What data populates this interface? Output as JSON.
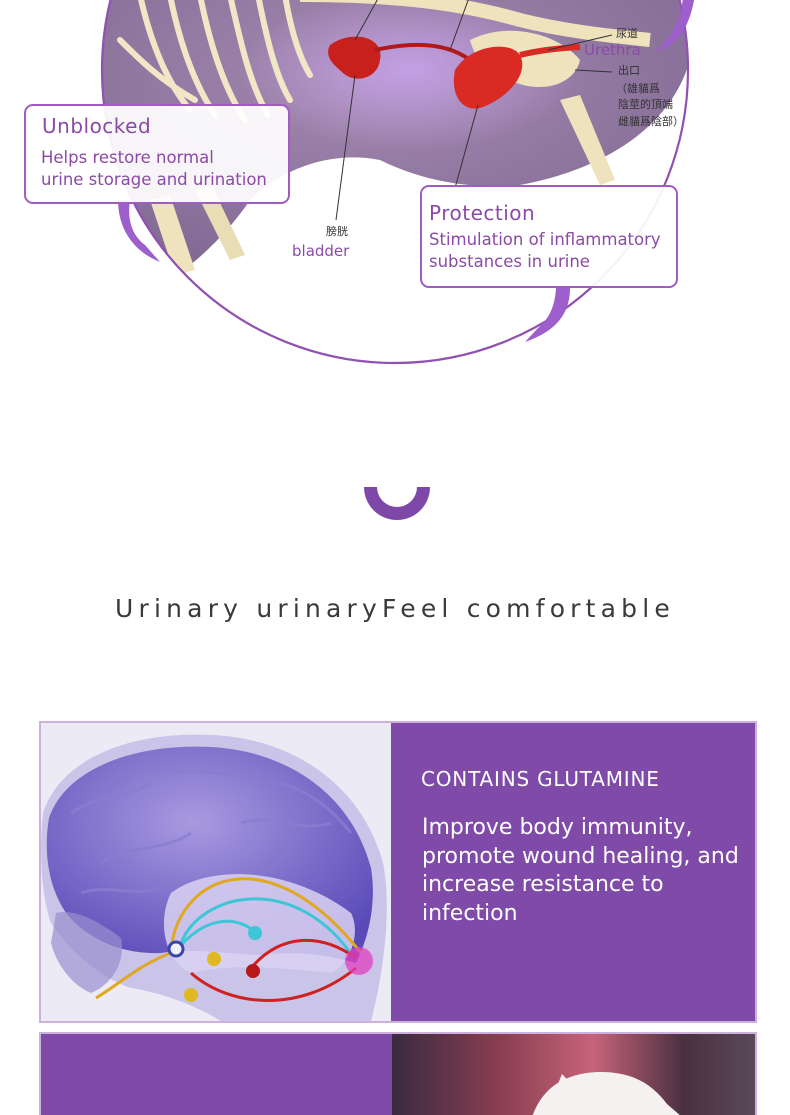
{
  "anatomy": {
    "unblocked": {
      "title": "Unblocked",
      "body_line1": "Helps restore normal",
      "body_line2": "urine storage and urination"
    },
    "protection": {
      "title": "Protection",
      "body_line1": "Stimulation of inflammatory",
      "body_line2": "substances in urine"
    },
    "labels": {
      "urethra": "Urethra",
      "urethra_cn": "尿道",
      "outlet_cn": "出口",
      "outlet_note_1": "（雄貓爲",
      "outlet_note_2": "陰莖的頂端",
      "outlet_note_3": "雌貓爲陰部）",
      "bladder_cn": "膀胱",
      "bladder": "bladder"
    }
  },
  "section_title": "Urinary urinaryFeel comfortable",
  "glutamine": {
    "heading": "CONTAINS GLUTAMINE",
    "body": "Improve body immunity, promote wound healing, and increase resistance to infection"
  },
  "colors": {
    "accent_purple": "#7f4aa8",
    "callout_text": "#8b4aa6",
    "callout_border": "#a05cc0"
  }
}
